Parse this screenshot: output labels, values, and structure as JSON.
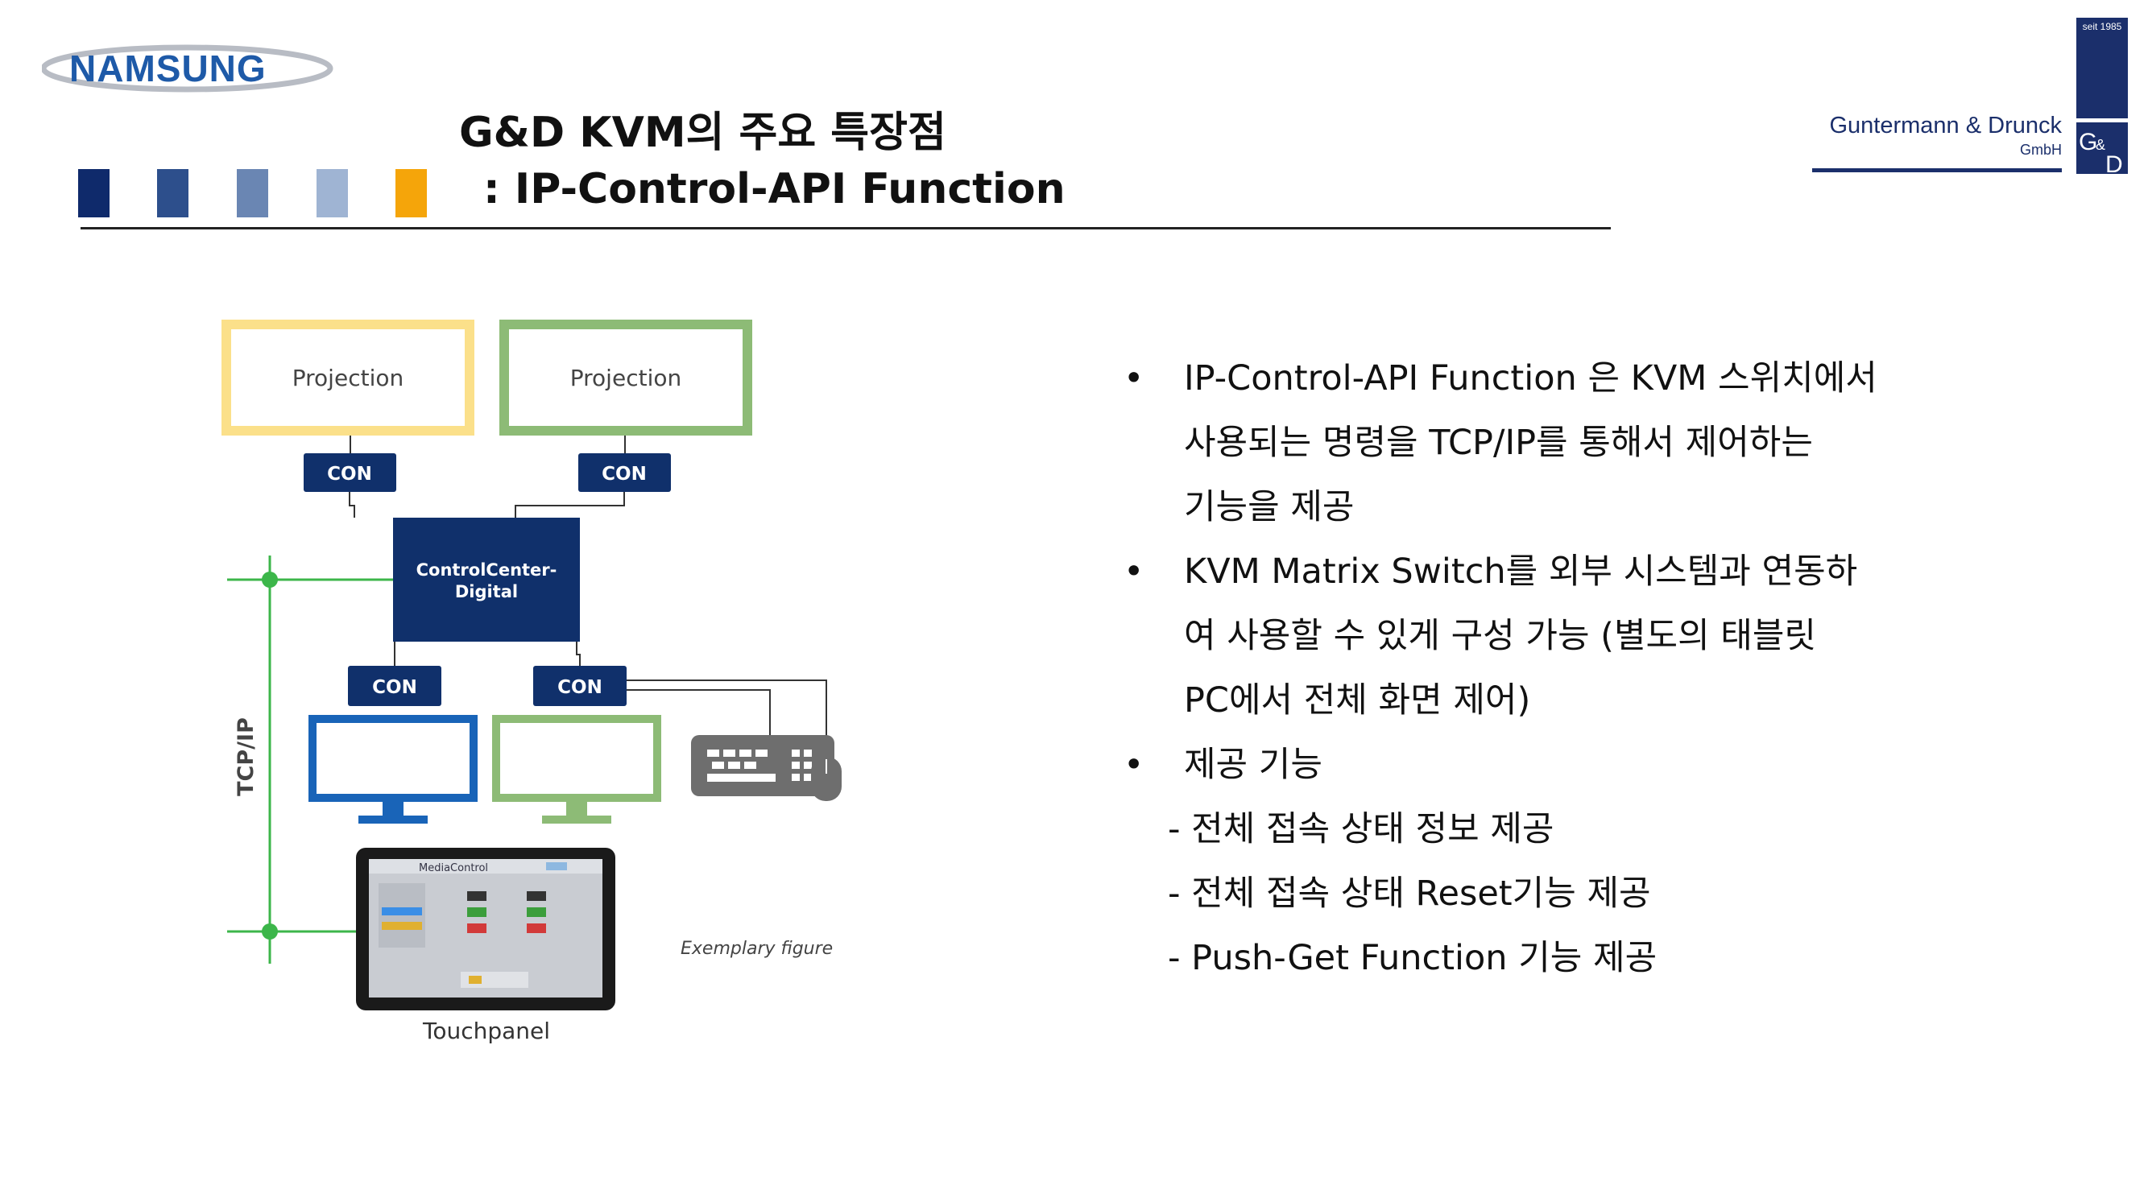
{
  "header": {
    "logo_text": "NAMSUNG",
    "title_line1": "G&D KVM의 주요 특장점",
    "title_line2": ": IP-Control-API Function",
    "color_squares": [
      "#0f2a6b",
      "#2d4f8c",
      "#6a86b3",
      "#9fb4d3",
      "#f5a50a"
    ],
    "company_name": "Guntermann & Drunck",
    "company_suffix": "GmbH",
    "company_since": "seit 1985",
    "company_mark": "G&D"
  },
  "diagram": {
    "projection_left": "Projection",
    "projection_right": "Projection",
    "con_label": "CON",
    "control_center_line1": "ControlCenter-",
    "control_center_line2": "Digital",
    "network_label": "TCP/IP",
    "tablet_app_title": "MediaControl",
    "touchpanel_label": "Touchpanel",
    "exemplary_caption": "Exemplary figure"
  },
  "content": {
    "bullet_symbol": "•",
    "bullets": [
      {
        "lines": [
          "IP-Control-API Function 은 KVM 스위치에서",
          "사용되는 명령을 TCP/IP를 통해서 제어하는",
          "기능을 제공"
        ]
      },
      {
        "lines": [
          "KVM Matrix Switch를 외부 시스템과 연동하",
          "여 사용할 수 있게 구성 가능 (별도의 태블릿",
          "PC에서 전체 화면 제어)"
        ]
      },
      {
        "lines": [
          "제공 기능"
        ]
      }
    ],
    "sub_items": [
      "- 전체 접속 상태 정보 제공",
      "- 전체 접속 상태 Reset기능 제공",
      "- Push-Get Function 기능 제공"
    ]
  }
}
